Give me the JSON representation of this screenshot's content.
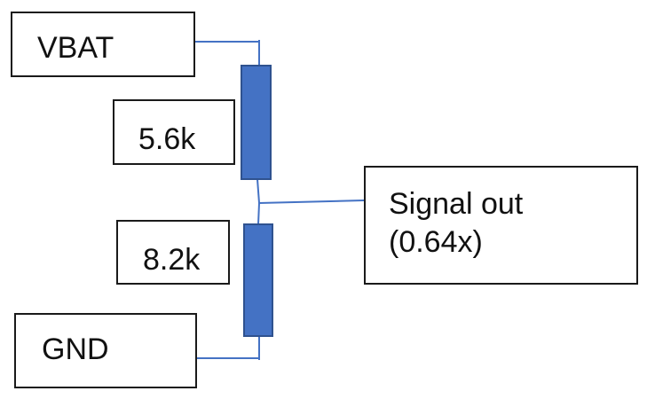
{
  "colors": {
    "wire": "#4472C4",
    "resistor_fill": "#4472C4",
    "resistor_border": "#2F528F",
    "box_border": "#1a1a1a",
    "text": "#111111"
  },
  "labels": {
    "supply": "VBAT",
    "upper_resistor": "5.6k",
    "lower_resistor": "8.2k",
    "ground": "GND",
    "output_line1": "Signal out",
    "output_line2": "(0.64x)"
  }
}
